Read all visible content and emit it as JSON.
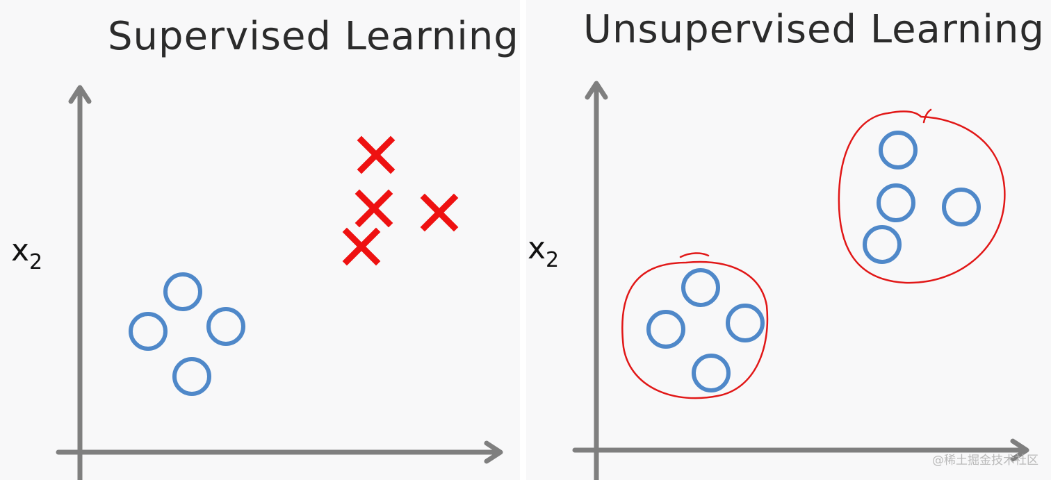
{
  "supervised": {
    "title": "Supervised Learning",
    "ylabel_main": "x",
    "ylabel_sub": "2"
  },
  "unsupervised": {
    "title": "Unsupervised Learning",
    "ylabel_main": "x",
    "ylabel_sub": "2"
  },
  "watermark": "@稀土掘金技术社区",
  "colors": {
    "circle": "#4f88c9",
    "cross": "#ee1111",
    "axis": "#7f7f7f",
    "cluster": "#e11717",
    "panel": "#f8f8f9"
  }
}
